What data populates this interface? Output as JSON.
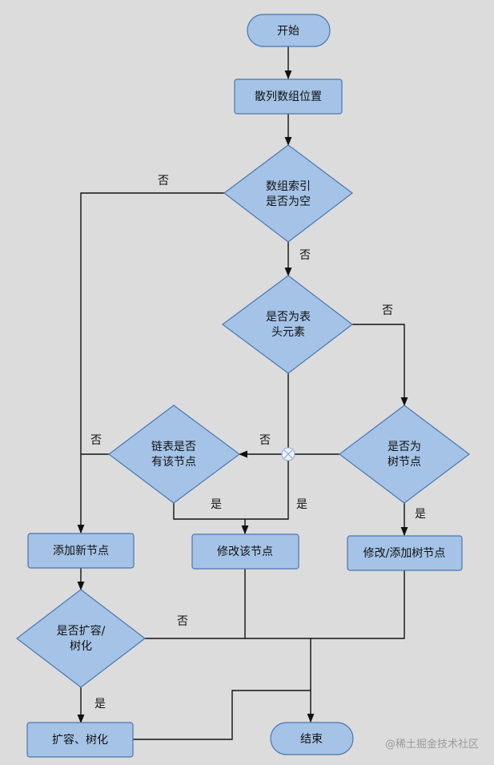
{
  "colors": {
    "background": "#dcdcdc",
    "node_fill": "#a4c3e6",
    "node_stroke": "#4a76b0",
    "line": "#111111"
  },
  "nodes": {
    "start": "开始",
    "hash": "散列数组位置",
    "index_empty": [
      "数组索引",
      "是否为空"
    ],
    "is_head": [
      "是否为表",
      "头元素"
    ],
    "list_has": [
      "链表是否",
      "有该节点"
    ],
    "is_tree": [
      "是否为",
      "树节点"
    ],
    "add_new": "添加新节点",
    "modify": "修改该节点",
    "modify_add_tree": "修改/添加树节点",
    "expand_q": [
      "是否扩容/",
      "树化"
    ],
    "expand": "扩容、树化",
    "end": "结束"
  },
  "labels": {
    "no": "否",
    "yes": "是"
  },
  "watermark": "@稀土掘金技术社区"
}
